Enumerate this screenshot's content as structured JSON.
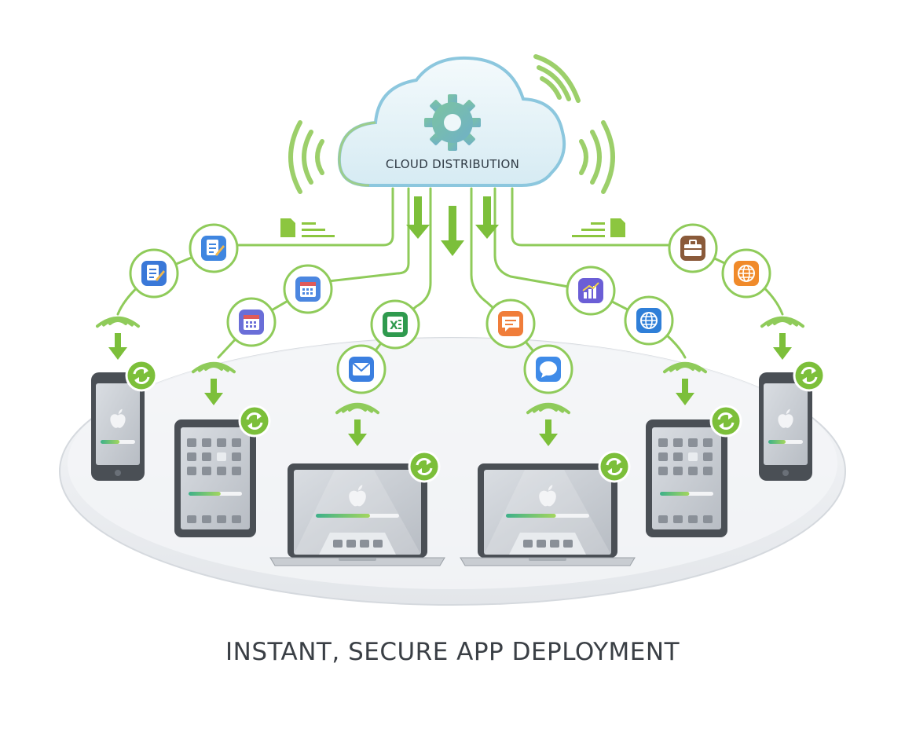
{
  "cloud": {
    "label": "CLOUD DISTRIBUTION"
  },
  "page": {
    "title": "INSTANT, SECURE APP DEPLOYMENT"
  },
  "colors": {
    "accent_green": "#7cbf3a",
    "cloud_fill": "#e6f3f8",
    "cloud_stroke": "#8cc7de",
    "device_frame": "#4a4f55",
    "platform_fill": "#eef0f3"
  },
  "apps": [
    {
      "icon": "notes-icon",
      "color": "#3a78d8"
    },
    {
      "icon": "document-edit-icon",
      "color": "#3f86e0"
    },
    {
      "icon": "calendar-icon",
      "color": "#6a6ed8"
    },
    {
      "icon": "calendar-grid-icon",
      "color": "#4b86e0"
    },
    {
      "icon": "spreadsheet-icon",
      "color": "#2f9a4e"
    },
    {
      "icon": "mail-icon",
      "color": "#3b7fe0"
    },
    {
      "icon": "chat-bubble-icon",
      "color": "#f07d3a"
    },
    {
      "icon": "message-bubble-icon",
      "color": "#3f8be8"
    },
    {
      "icon": "growth-chart-icon",
      "color": "#6b5ed6"
    },
    {
      "icon": "globe-icon",
      "color": "#2f7fd8"
    },
    {
      "icon": "briefcase-icon",
      "color": "#8a5a3a"
    },
    {
      "icon": "web-globe-icon",
      "color": "#f08a2a"
    }
  ],
  "devices": [
    {
      "type": "phone",
      "icon": "apple-logo-icon",
      "progress": 0.55
    },
    {
      "type": "tablet",
      "icon": "app-grid-icon",
      "progress": 0.6
    },
    {
      "type": "laptop",
      "icon": "apple-logo-icon",
      "progress": 0.65
    },
    {
      "type": "laptop",
      "icon": "apple-logo-icon",
      "progress": 0.6
    },
    {
      "type": "tablet",
      "icon": "app-grid-icon",
      "progress": 0.55
    },
    {
      "type": "phone",
      "icon": "apple-logo-icon",
      "progress": 0.5
    }
  ]
}
